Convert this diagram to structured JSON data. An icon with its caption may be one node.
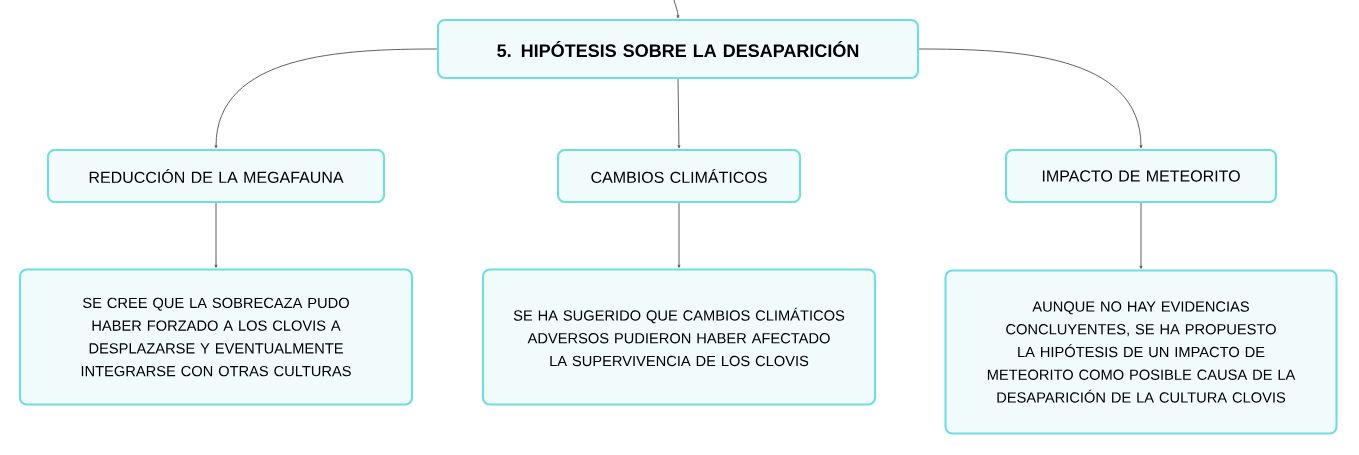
{
  "diagram": {
    "nodes": [
      {
        "text": [
          "5. HIPÓTESIS SOBRE LA DESAPARICIÓN"
        ]
      },
      {
        "text": [
          "REDUCCIÓN DE LA MEGAFAUNA"
        ]
      },
      {
        "text": [
          "CAMBIOS CLIMÁTICOS"
        ]
      },
      {
        "text": [
          "IMPACTO DE METEORITO"
        ]
      },
      {
        "text": [
          "SE CREE QUE LA SOBRECAZA PUDO HABER FORZADO A LOS CLOVIS A DESPLAZARSE Y EVENTUALMENTE INTEGRARSE CON OTRAS CULTURAS"
        ]
      },
      {
        "text": [
          "SE HA SUGERIDO QUE CAMBIOS CLIMÁTICOS ADVERSOS PUDIERON HABER AFECTADO LA SUPERVIVENCIA DE LOS CLOVIS"
        ]
      },
      {
        "text": [
          "AUNQUE NO HAY EVIDENCIAS CONCLUYENTES, SE HA PROPUESTO LA HIPÓTESIS DE UN IMPACTO DE METEORITO COMO POSIBLE CAUSA DE LA DESAPARICIÓN DE LA CULTURA CLOVIS"
        ]
      }
    ],
    "edges": [
      {
        "from": null,
        "to": 0,
        "arrow": "to"
      },
      {
        "from": 0,
        "to": 1,
        "arrow": "to"
      },
      {
        "from": 0,
        "to": 2,
        "arrow": "to"
      },
      {
        "from": 0,
        "to": 3,
        "arrow": "to"
      },
      {
        "from": 1,
        "to": 4,
        "arrow": "to"
      },
      {
        "from": 2,
        "to": 5,
        "arrow": "to"
      },
      {
        "from": 3,
        "to": 6,
        "arrow": "to"
      }
    ]
  }
}
